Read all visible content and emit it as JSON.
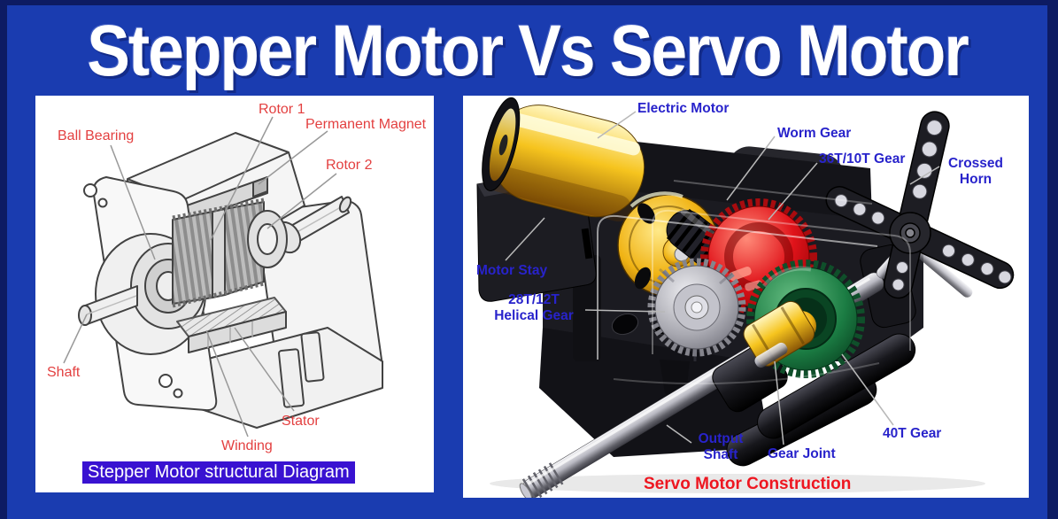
{
  "title": "Stepper Motor Vs Servo Motor",
  "colors": {
    "background": "#1a3cb0",
    "frame": "#0d1b63",
    "panel": "#ffffff",
    "label_red": "#e34040",
    "label_blue": "#2823cb",
    "caption_red": "#ee1620",
    "caption_highlight": "#3912d1",
    "title_color": "#ffffff"
  },
  "left_panel": {
    "caption": "Stepper Motor structural Diagram",
    "labels": {
      "ball_bearing": "Ball Bearing",
      "rotor_1": "Rotor 1",
      "permanent_magnet": "Permanent Magnet",
      "rotor_2": "Rotor 2",
      "shaft": "Shaft",
      "stator": "Stator",
      "winding": "Winding"
    }
  },
  "right_panel": {
    "caption": "Servo Motor Construction",
    "labels": {
      "electric_motor": "Electric Motor",
      "worm_gear": "Worm Gear",
      "gear_36t_10t": "36T/10T Gear",
      "crossed_horn": "Crossed Horn",
      "motor_stay": "Motor Stay",
      "helical_gear": "28T/12T Helical Gear",
      "output_shaft": "Output Shaft",
      "gear_joint": "Gear Joint",
      "gear_40t": "40T Gear"
    }
  }
}
